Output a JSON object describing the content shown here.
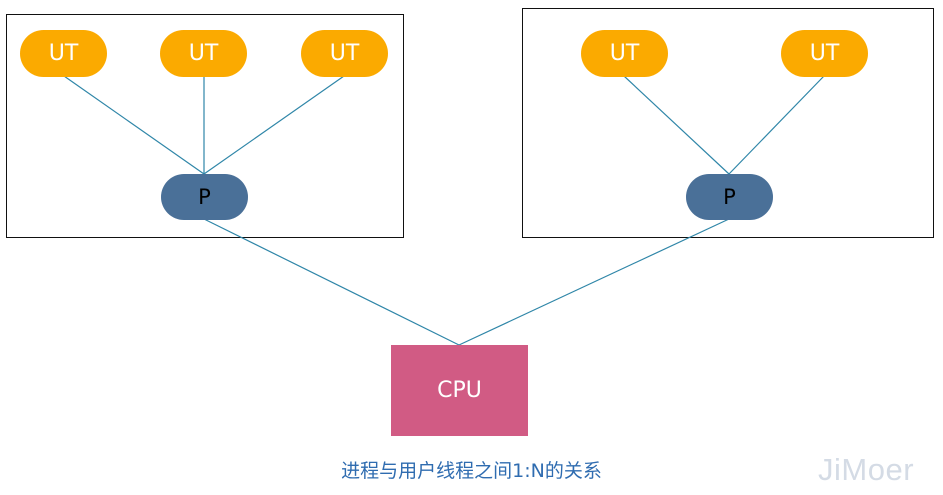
{
  "colors": {
    "user_thread": "#fbaa00",
    "process": "#4a7098",
    "cpu": "#d15b84",
    "edge": "#2f86a8",
    "caption": "#2f6cb0"
  },
  "groups": [
    {
      "process": {
        "label": "P"
      },
      "user_threads": [
        {
          "label": "UT"
        },
        {
          "label": "UT"
        },
        {
          "label": "UT"
        }
      ]
    },
    {
      "process": {
        "label": "P"
      },
      "user_threads": [
        {
          "label": "UT"
        },
        {
          "label": "UT"
        }
      ]
    }
  ],
  "cpu": {
    "label": "CPU"
  },
  "caption": "进程与用户线程之间1:N的关系",
  "watermark": "JiMoer"
}
